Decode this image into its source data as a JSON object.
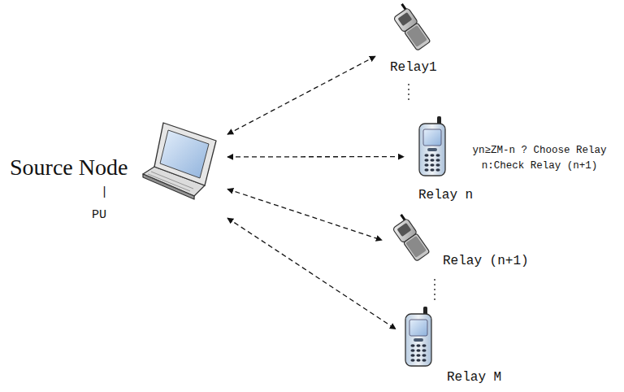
{
  "diagram": {
    "nodes": [
      {
        "text": [
          "Source Node",
          "|",
          "PU"
        ]
      },
      {
        "text": [
          "Relay1"
        ]
      },
      {
        "text": [
          "Relay n"
        ]
      },
      {
        "text": [
          "Relay (n+1)"
        ]
      },
      {
        "text": [
          "Relay M"
        ]
      }
    ],
    "edges": [
      {
        "from": 0,
        "to": 1,
        "arrow": "both"
      },
      {
        "from": 0,
        "to": 2,
        "arrow": "both"
      },
      {
        "from": 0,
        "to": 3,
        "arrow": "both"
      },
      {
        "from": 0,
        "to": 4,
        "arrow": "both"
      }
    ],
    "labels": [
      "yn≥ZM-n ? Choose Relay n:Check Relay (n+1)"
    ]
  }
}
